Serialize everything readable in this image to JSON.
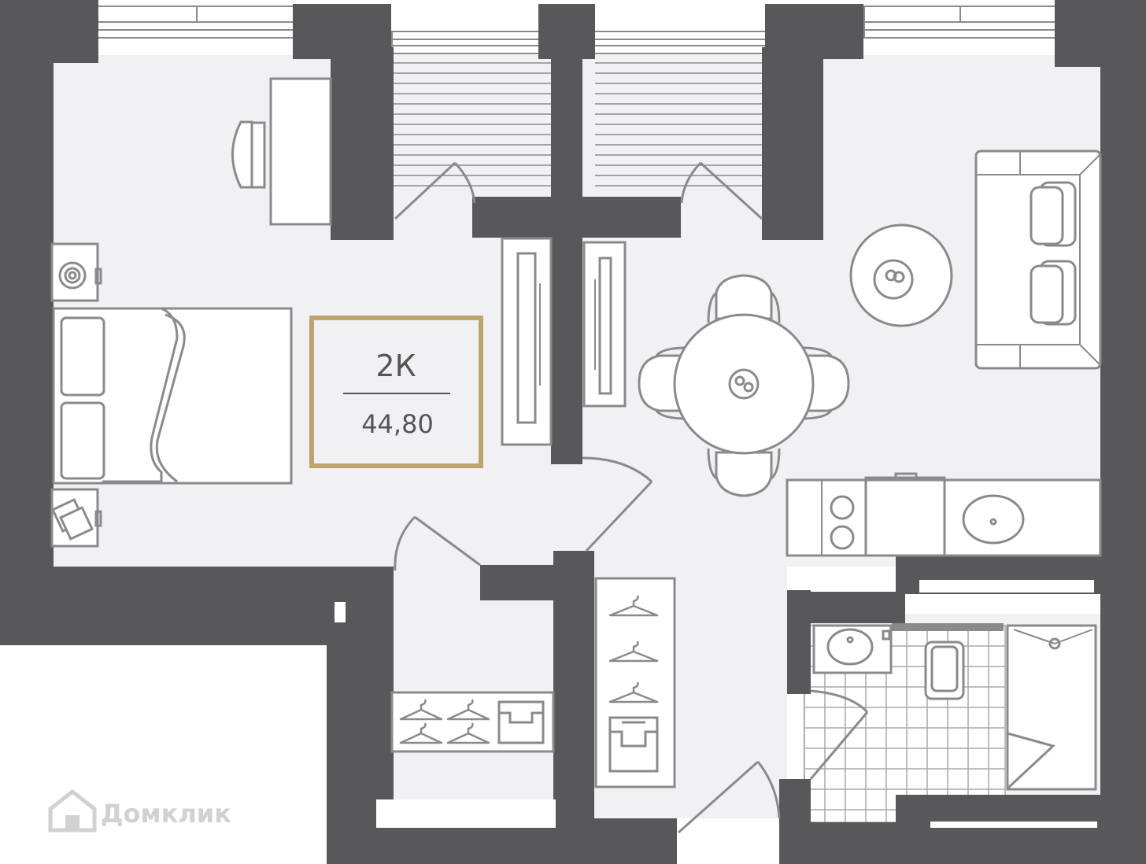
{
  "apartment": {
    "type_label": "2К",
    "area": "44,80"
  },
  "watermark": {
    "text": "Домклик",
    "icon": "house-logo-icon"
  },
  "colors": {
    "wall": "#58585a",
    "floor": "#f1f1f4",
    "line": "#8a8a8c",
    "label_frame": "#bba46d",
    "label_text": "#555555"
  }
}
